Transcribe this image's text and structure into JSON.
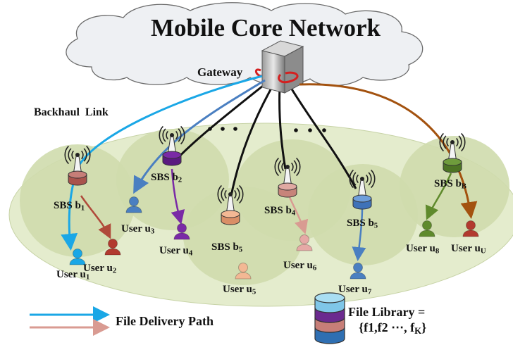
{
  "network": {
    "title": "Mobile Core Network",
    "gateway_label": "Gateway",
    "backhaul_label": "Backhaul  Link"
  },
  "sbs": [
    {
      "base": "SBS b",
      "sub": "1"
    },
    {
      "base": "SBS b",
      "sub": "2"
    },
    {
      "base": "SBS b",
      "sub": "5"
    },
    {
      "base": "SBS b",
      "sub": "4"
    },
    {
      "base": "SBS b",
      "sub": "5"
    },
    {
      "base": "SBS b",
      "sub": "B"
    }
  ],
  "users": [
    {
      "base": "User u",
      "sub": "1"
    },
    {
      "base": "User u",
      "sub": "2"
    },
    {
      "base": "User u",
      "sub": "3"
    },
    {
      "base": "User u",
      "sub": "4"
    },
    {
      "base": "User u",
      "sub": "5"
    },
    {
      "base": "User u",
      "sub": "6"
    },
    {
      "base": "User u",
      "sub": "7"
    },
    {
      "base": "User u",
      "sub": "8"
    },
    {
      "base": "User u",
      "sub": "U"
    }
  ],
  "legend": {
    "delivery_label": "File Delivery Path",
    "library_line1": "File Library =",
    "library_line2": "{f1,f2 ⋯, f",
    "library_sub": "K",
    "library_end": "}"
  },
  "colors": {
    "cell_fill": "#dfe9c6",
    "cloud_fill": "#eef0f3",
    "delivery_blue": "#1aa7e6",
    "delivery_pink": "#d99b92",
    "backhaul_brown": "#a3520f",
    "backhaul_blue": "#4a7fc1",
    "user_purple": "#7a2aa6",
    "user_green": "#5f8a2c",
    "user_red": "#b23a2f"
  }
}
